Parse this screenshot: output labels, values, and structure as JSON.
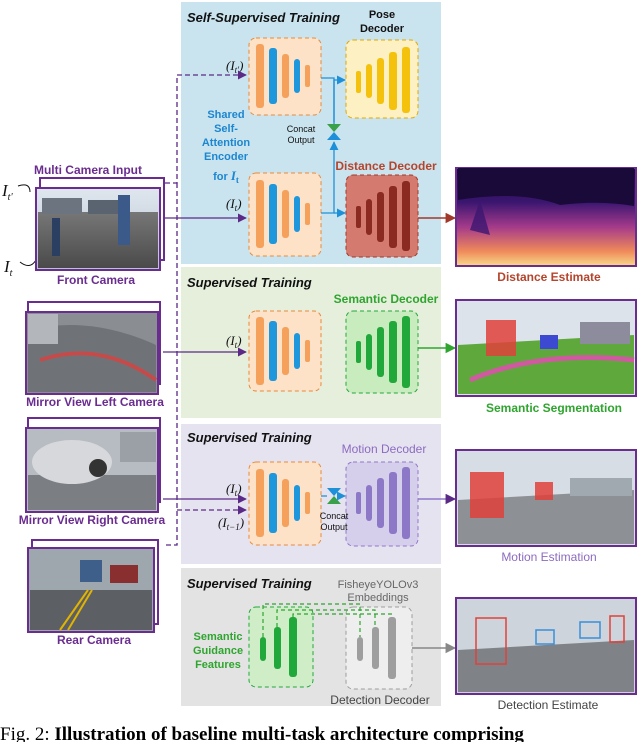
{
  "sections": {
    "self_supervised": "Self-Supervised Training",
    "supervised_1": "Supervised Training",
    "supervised_2": "Supervised Training",
    "supervised_3": "Supervised Training"
  },
  "decoders": {
    "pose": [
      "Pose",
      "Decoder"
    ],
    "distance": "Distance Decoder",
    "semantic": "Semantic Decoder",
    "motion": "Motion Decoder",
    "detection": "Detection Decoder",
    "yolo": [
      "FisheyeYOLOv3",
      "Embeddings"
    ]
  },
  "encoder_label": [
    "Shared",
    "Self-",
    "Attention",
    "Encoder",
    "for"
  ],
  "encoder_label_symbol": "I",
  "encoder_label_sub": "t",
  "concat": [
    "Concat",
    "Output"
  ],
  "inputs": {
    "title": "Multi Camera Input",
    "cameras": [
      "Front Camera",
      "Mirror View Left Camera",
      "Mirror View Right Camera",
      "Rear Camera"
    ],
    "it_prime": "I",
    "it_prime_sub": "t'",
    "it": "I",
    "it_sub": "t"
  },
  "input_labels": {
    "it_prime_paren": "(I",
    "it_prime_sub": "t'",
    "it_paren": "(I",
    "it_sub": "t",
    "close": ")",
    "it_minus_sub": "t−1"
  },
  "semantic_guidance": [
    "Semantic",
    "Guidance",
    "Features"
  ],
  "outputs": [
    "Distance Estimate",
    "Semantic Segmentation",
    "Motion Estimation",
    "Detection Estimate"
  ],
  "caption": {
    "prefix": "Fig. 2:",
    "bold": "Illustration of baseline multi-task architecture comprising"
  },
  "colors": {
    "self_supervised_bg": "#c9e4ef",
    "semantic_bg": "#e5efdc",
    "motion_bg": "#e6e3f0",
    "detection_bg": "#e3e3e3",
    "encoder_orange": "#f5a15c",
    "encoder_blue": "#1e97dd",
    "pose_yellow": "#f4c20d",
    "distance_red": "#a1392b",
    "semantic_green": "#21a83a",
    "motion_purple": "#8d78c8",
    "detection_grey": "#9e9e9e",
    "camera_frame": "#6a2c8f",
    "arrow_purple": "#5b2a86",
    "distance_text": "#b5442c",
    "semantic_text": "#2fa52f",
    "motion_text": "#8c6bc0",
    "detection_text": "#444444",
    "encoder_text": "#1c86d0",
    "concat_green": "#3aa04a"
  }
}
